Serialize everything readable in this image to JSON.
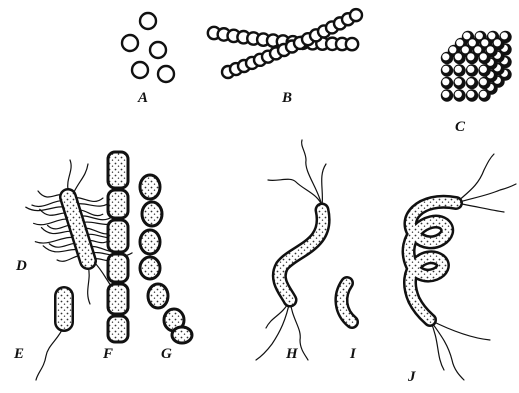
{
  "figure": {
    "labels": {
      "A": "A",
      "B": "B",
      "C": "C",
      "D": "D",
      "E": "E",
      "F": "F",
      "G": "G",
      "H": "H",
      "I": "I",
      "J": "J"
    }
  },
  "colors": {
    "ink": "#111111",
    "paper": "#ffffff"
  }
}
